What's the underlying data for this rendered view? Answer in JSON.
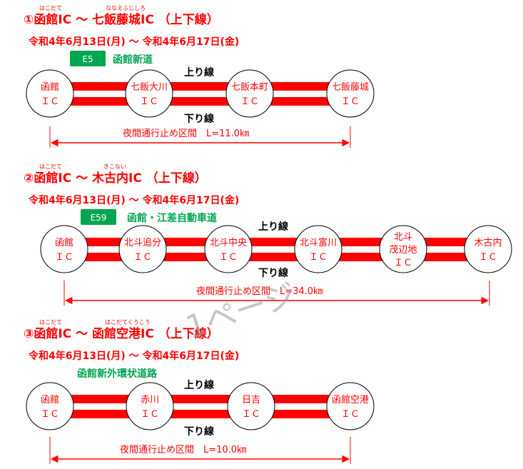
{
  "colors": {
    "accent": "#ff0000",
    "road_green": "#00a651",
    "badge_bg": "#00a651",
    "node_border": "#000000"
  },
  "sections": [
    {
      "title": "①函館IC ～ 七飯藤城IC （上下線）",
      "ruby": [
        "はこだて",
        "ななえふじしろ"
      ],
      "date": "令和4年6月13日(月) ～ 令和4年6月17日(金)",
      "badge": "E5",
      "road": "函館新道",
      "up": "上り線",
      "down": "下り線",
      "span": "夜間通行止め区間　L=11.0㎞",
      "nodes": [
        [
          "函館",
          "ＩＣ"
        ],
        [
          "七飯大川",
          "ＩＣ"
        ],
        [
          "七飯本町",
          "ＩＣ"
        ],
        [
          "七飯藤城",
          "ＩＣ"
        ]
      ]
    },
    {
      "title": "②函館IC ～ 木古内IC （上下線）",
      "ruby": [
        "はこだて",
        "きこない"
      ],
      "date": "令和4年6月13日(月) ～ 令和4年6月17日(金)",
      "badge": "E59",
      "road": "函館・江差自動車道",
      "up": "上り線",
      "down": "下り線",
      "span": "夜間通行止め区間　L=34.0㎞",
      "nodes": [
        [
          "函館",
          "ＩＣ"
        ],
        [
          "北斗追分",
          "ＩＣ"
        ],
        [
          "北斗中央",
          "ＩＣ"
        ],
        [
          "北斗富川",
          "ＩＣ"
        ],
        [
          "北斗",
          "茂辺地",
          "ＩＣ"
        ],
        [
          "木古内",
          "ＩＣ"
        ]
      ]
    },
    {
      "title": "③函館IC ～ 函館空港IC （上下線）",
      "ruby": [
        "はこだて",
        "はこだてくうこう"
      ],
      "date": "令和4年6月13日(月) ～ 令和4年6月17日(金)",
      "road": "函館新外環状道路",
      "up": "上り線",
      "down": "下り線",
      "span": "夜間通行止め区間　L=10.0㎞",
      "nodes": [
        [
          "函館",
          "ＩＣ"
        ],
        [
          "赤川",
          "ＩＣ"
        ],
        [
          "日吉",
          "ＩＣ"
        ],
        [
          "函館空港",
          "ＩＣ"
        ]
      ]
    }
  ],
  "watermark": "1ページ"
}
